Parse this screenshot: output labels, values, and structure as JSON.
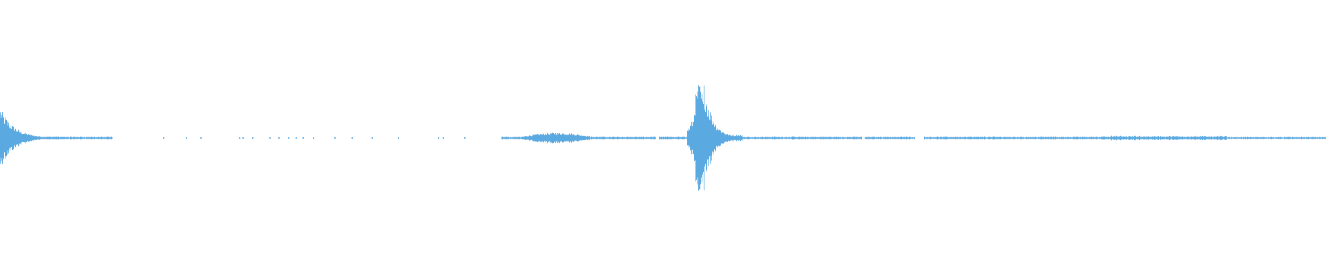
{
  "waveform": {
    "color": "#5aa9e0",
    "segments": [
      {
        "type": "decay",
        "start": 0.0,
        "end": 0.045,
        "peak": 0.11
      },
      {
        "type": "noise",
        "start": 0.045,
        "end": 0.085,
        "peak": 0.006
      },
      {
        "type": "noise",
        "start": 0.378,
        "end": 0.395,
        "peak": 0.006
      },
      {
        "type": "swell",
        "start": 0.395,
        "end": 0.445,
        "peak": 0.02
      },
      {
        "type": "noise",
        "start": 0.445,
        "end": 0.495,
        "peak": 0.006
      },
      {
        "type": "noise",
        "start": 0.497,
        "end": 0.518,
        "peak": 0.006
      },
      {
        "type": "burst",
        "start": 0.518,
        "end": 0.56,
        "peak": 0.2
      },
      {
        "type": "noise",
        "start": 0.56,
        "end": 0.65,
        "peak": 0.006
      },
      {
        "type": "noise",
        "start": 0.652,
        "end": 0.69,
        "peak": 0.006
      },
      {
        "type": "noise",
        "start": 0.697,
        "end": 0.83,
        "peak": 0.006
      },
      {
        "type": "noise",
        "start": 0.83,
        "end": 0.925,
        "peak": 0.009
      },
      {
        "type": "noise",
        "start": 0.925,
        "end": 1.0,
        "peak": 0.005
      }
    ],
    "blips": [
      0.07,
      0.075,
      0.123,
      0.14,
      0.151,
      0.18,
      0.183,
      0.19,
      0.203,
      0.21,
      0.217,
      0.223,
      0.228,
      0.236,
      0.252,
      0.265,
      0.28,
      0.3,
      0.33,
      0.334,
      0.35,
      0.467,
      0.755,
      0.87,
      0.8625,
      0.91
    ]
  }
}
